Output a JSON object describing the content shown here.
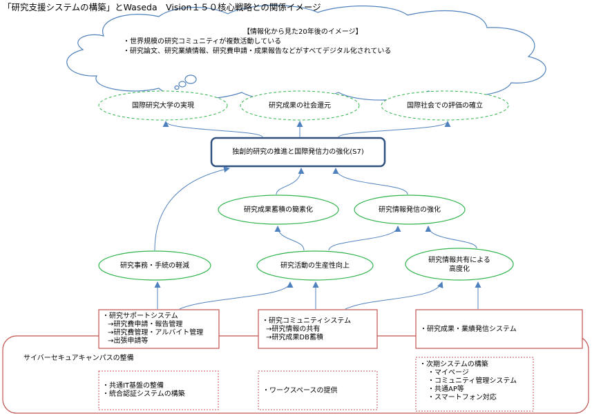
{
  "title": "「研究支援システムの構築」とWaseda　Vision１５０核心戦略との関係イメージ",
  "cloud": {
    "heading": "【情報化から見た20年後のイメージ】",
    "lines": [
      "・世界規模の研究コミュニティが複数活動している",
      "・研究論文、研究業績情報、研究費申請・成果報告などがすべてデジタル化されている"
    ]
  },
  "goals": {
    "international_university": "国際研究大学の実現",
    "social_return": "研究成果の社会還元",
    "evaluation": "国際社会での評価の確立"
  },
  "core_strategy": "独創的研究の推進と国際発信力の強化(S7)",
  "mid": {
    "accumulation": "研究成果蓄積の簡素化",
    "dissemination": "研究情報発信の強化"
  },
  "lower": {
    "reduce_burden": "研究事務・手続の軽減",
    "productivity": "研究活動の生産性向上",
    "sharing_line1": "研究情報共有による",
    "sharing_line2": "高度化"
  },
  "systems": {
    "support": [
      "・研究サポートシステム",
      "→研究費申請・報告管理",
      "→研究費管理・アルバイト管理",
      "→出張申請等"
    ],
    "community": [
      "・研究コミュニティシステム",
      "→研究情報の共有",
      "→研究成果DB蓄積"
    ],
    "results": "・研究成果・業績発信システム"
  },
  "campus": {
    "label": "サイバーセキュアキャンパスの整備",
    "infra": [
      "・共通IT基盤の整備",
      "・統合認証システムの構築"
    ],
    "workspace": "・ワークスペースの提供",
    "next": [
      "・次期システムの構築",
      "・マイページ",
      "・コミュニティ管理システム",
      "・共通AP等",
      "・スマートフォン対応"
    ]
  },
  "colors": {
    "green": "#2eb34a",
    "blue_arrow": "#4f81bd",
    "core_border": "#2f4f7f",
    "red": "#c0504d",
    "cloud_stroke": "#4f81bd"
  }
}
